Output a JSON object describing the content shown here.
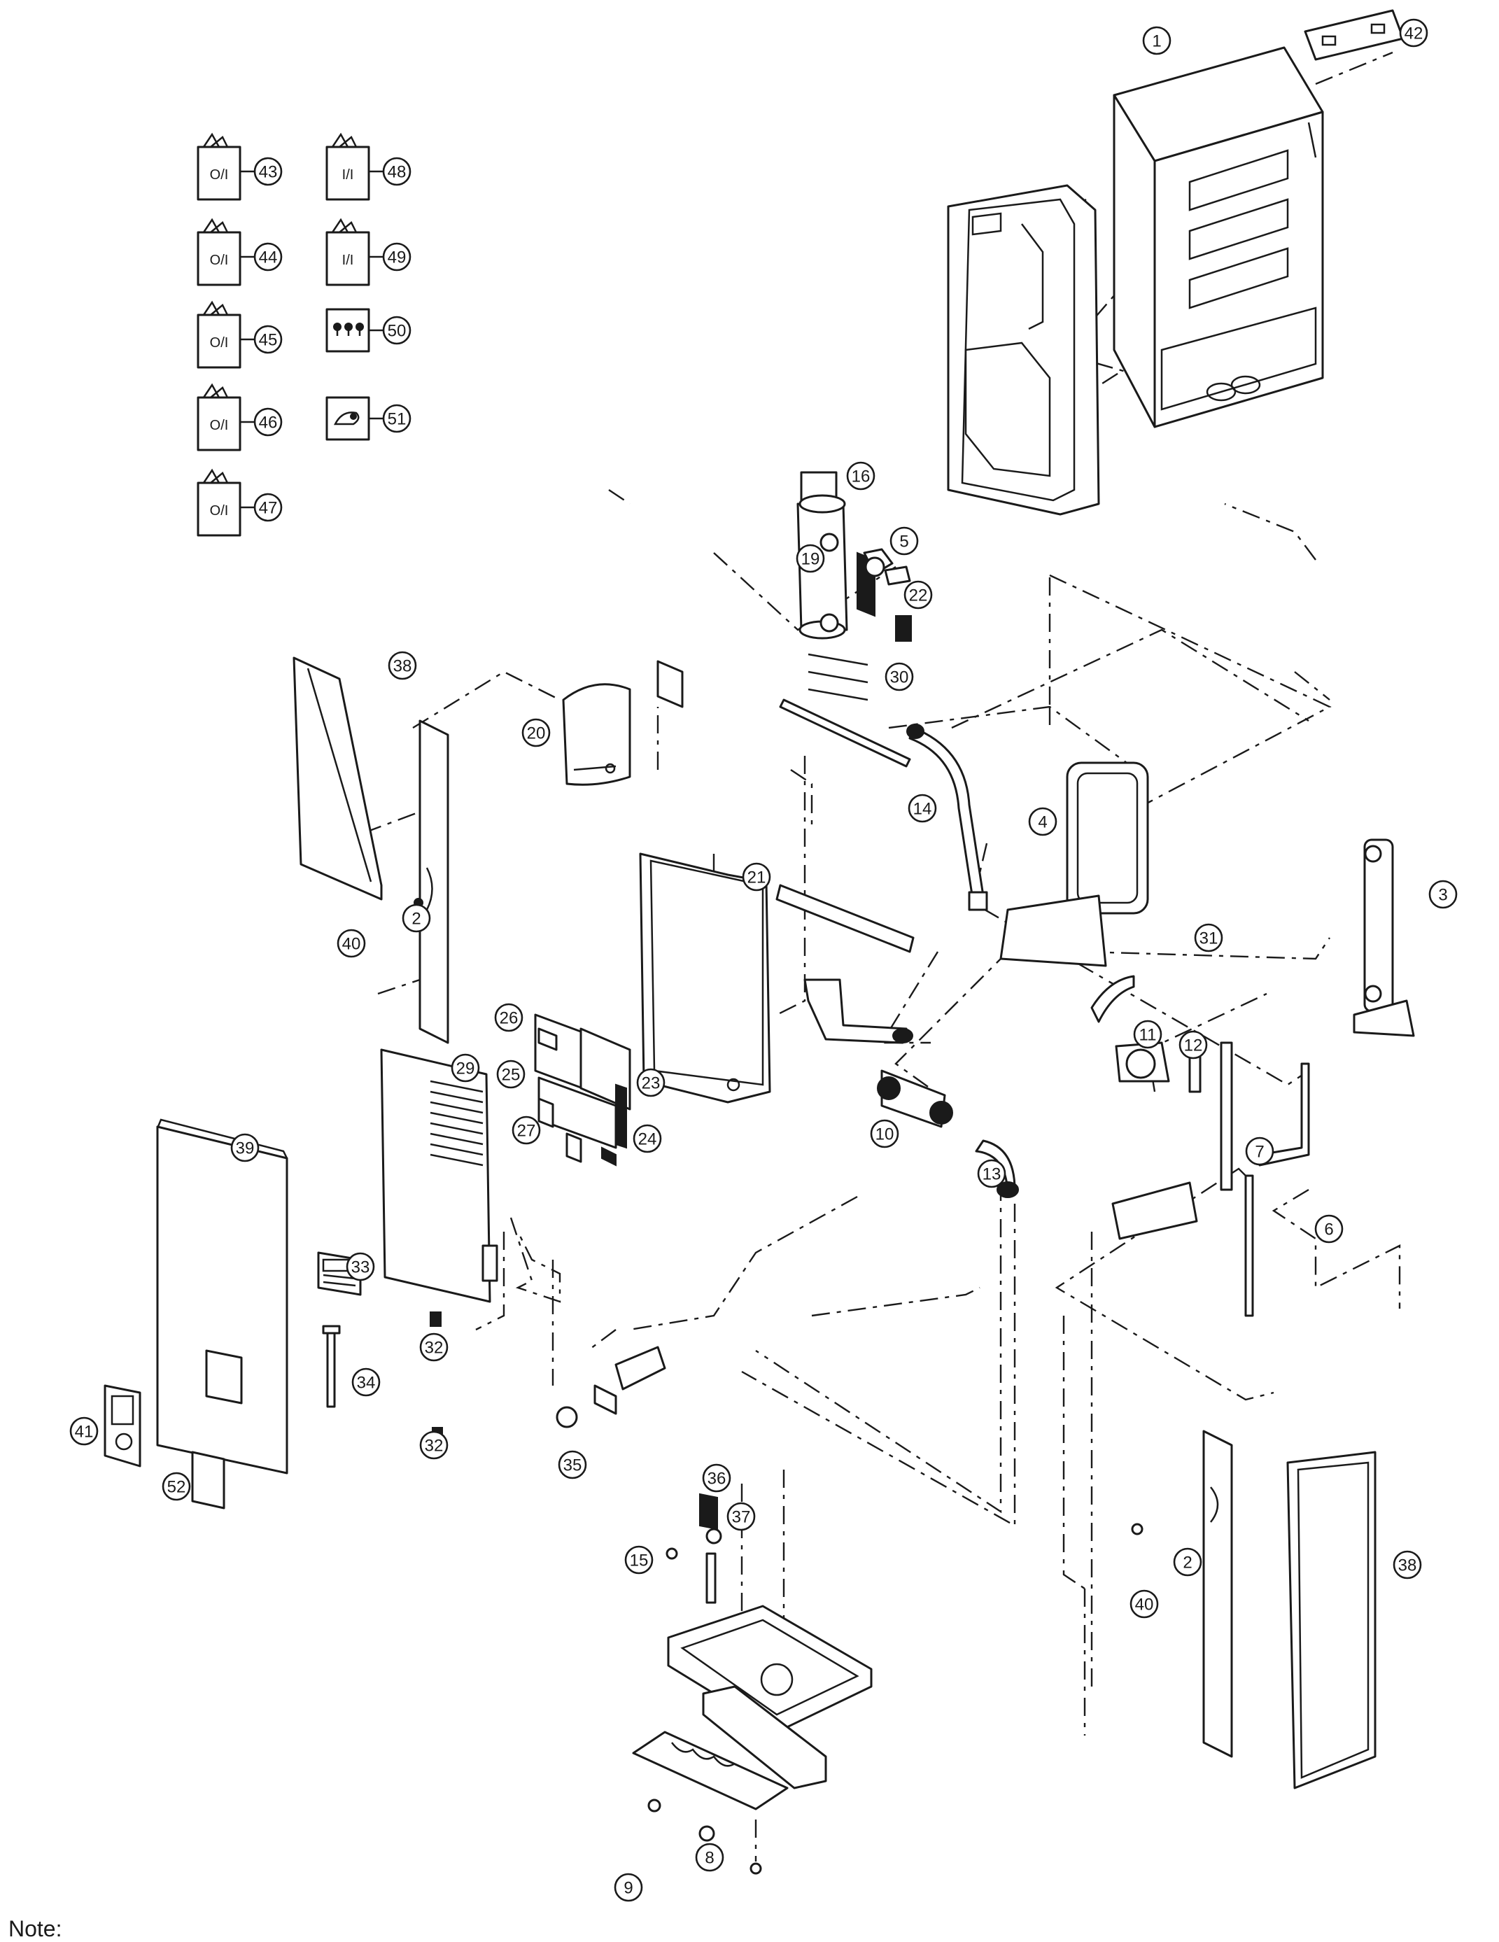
{
  "note_label": "Note:",
  "documents": [
    {
      "text": "O/I",
      "callout": "43"
    },
    {
      "text": "O/I",
      "callout": "44"
    },
    {
      "text": "O/I",
      "callout": "45"
    },
    {
      "text": "O/I",
      "callout": "46"
    },
    {
      "text": "O/I",
      "callout": "47"
    },
    {
      "text": "I/I",
      "callout": "48"
    },
    {
      "text": "I/I",
      "callout": "49"
    }
  ],
  "accessories": [
    {
      "icon": "screws-icon",
      "callout": "50"
    },
    {
      "icon": "clip-icon",
      "callout": "51"
    }
  ],
  "callouts": [
    "1",
    "42",
    "16",
    "5",
    "19",
    "22",
    "30",
    "20",
    "38",
    "2",
    "40",
    "14",
    "4",
    "21",
    "3",
    "31",
    "26",
    "29",
    "25",
    "23",
    "27",
    "24",
    "11",
    "12",
    "7",
    "10",
    "13",
    "6",
    "39",
    "33",
    "32",
    "34",
    "32",
    "35",
    "41",
    "52",
    "36",
    "37",
    "15",
    "2",
    "40",
    "38",
    "8",
    "9"
  ]
}
